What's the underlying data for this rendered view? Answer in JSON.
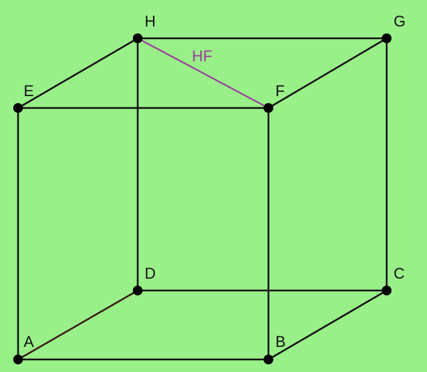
{
  "background_color": "#99f089",
  "edge_color": "#111111",
  "segment_color": "#9a3f9a",
  "vertices": {
    "A": "A",
    "B": "B",
    "C": "C",
    "D": "D",
    "E": "E",
    "F": "F",
    "G": "G",
    "H": "H"
  },
  "segment_label": "HF"
}
